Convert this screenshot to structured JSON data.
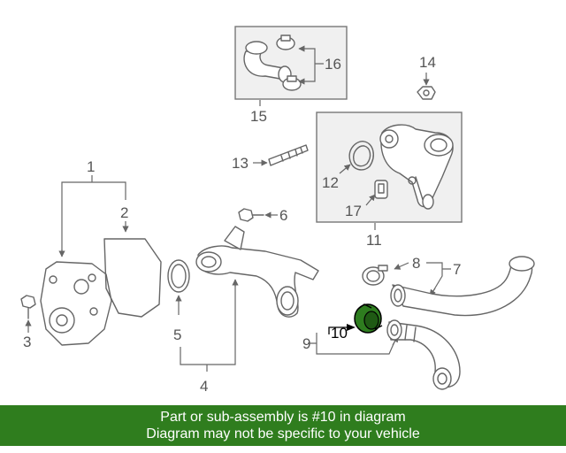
{
  "diagram": {
    "callouts": [
      {
        "id": "c1",
        "text": "1"
      },
      {
        "id": "c2",
        "text": "2"
      },
      {
        "id": "c3",
        "text": "3"
      },
      {
        "id": "c4",
        "text": "4"
      },
      {
        "id": "c5",
        "text": "5"
      },
      {
        "id": "c6",
        "text": "6"
      },
      {
        "id": "c7",
        "text": "7"
      },
      {
        "id": "c8",
        "text": "8"
      },
      {
        "id": "c9",
        "text": "9"
      },
      {
        "id": "c10",
        "text": "10"
      },
      {
        "id": "c11",
        "text": "11"
      },
      {
        "id": "c12",
        "text": "12"
      },
      {
        "id": "c13",
        "text": "13"
      },
      {
        "id": "c14",
        "text": "14"
      },
      {
        "id": "c15",
        "text": "15"
      },
      {
        "id": "c16",
        "text": "16"
      },
      {
        "id": "c17",
        "text": "17"
      }
    ],
    "highlight_color": "#2e7d1f"
  },
  "banner": {
    "line1": "Part or sub-assembly is #10 in diagram",
    "line2": "Diagram may not be specific to your vehicle",
    "background": "#2f7d1e"
  }
}
